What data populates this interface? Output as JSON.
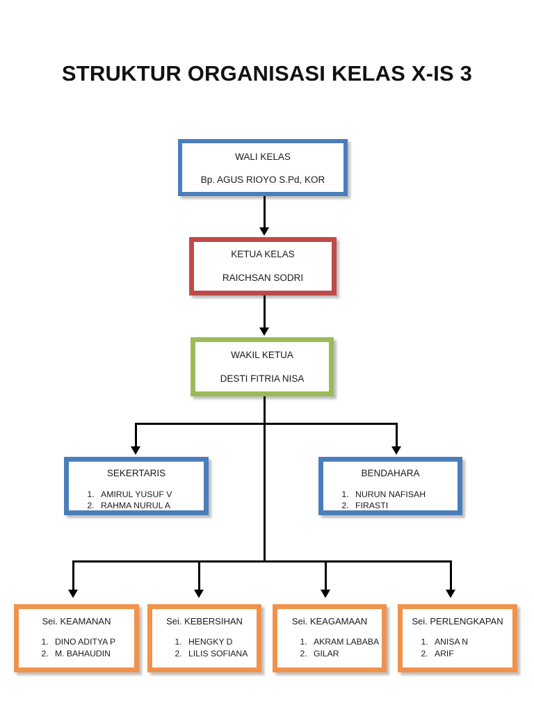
{
  "page": {
    "title": "STRUKTUR ORGANISASI KELAS X-IS 3",
    "background": "#ffffff"
  },
  "colors": {
    "blue": "#4a7ebb",
    "red": "#be4b48",
    "green": "#9bbb59",
    "orange": "#f0924a",
    "connector": "#000000",
    "text": "#1a1a1a"
  },
  "nodes": {
    "wali_kelas": {
      "role": "WALI KELAS",
      "name": "Bp. AGUS RIOYO S.Pd, KOR",
      "color": "blue"
    },
    "ketua_kelas": {
      "role": "KETUA KELAS",
      "name": "RAICHSAN SODRI",
      "color": "red"
    },
    "wakil_ketua": {
      "role": "WAKIL KETUA",
      "name": "DESTI FITRIA NISA",
      "color": "green"
    },
    "sekertaris": {
      "role": "SEKERTARIS",
      "color": "blue",
      "members": [
        "AMIRUL YUSUF V",
        "RAHMA NURUL A"
      ]
    },
    "bendahara": {
      "role": "BENDAHARA",
      "color": "blue",
      "members": [
        "NURUN NAFISAH",
        "FIRASTI"
      ]
    },
    "sei_keamanan": {
      "role": "Sei. KEAMANAN",
      "color": "orange",
      "members": [
        "DINO  ADITYA P",
        "M. BAHAUDIN"
      ]
    },
    "sei_kebersihan": {
      "role": "Sei. KEBERSIHAN",
      "color": "orange",
      "members": [
        "HENGKY D",
        "LILIS SOFIANA"
      ]
    },
    "sei_keagamaan": {
      "role": "Sei. KEAGAMAAN",
      "color": "orange",
      "members": [
        "AKRAM LABABA",
        "GILAR"
      ]
    },
    "sei_perlengkapan": {
      "role": "Sei. PERLENGKAPAN",
      "color": "orange",
      "members": [
        "ANISA N",
        "ARIF"
      ]
    }
  }
}
